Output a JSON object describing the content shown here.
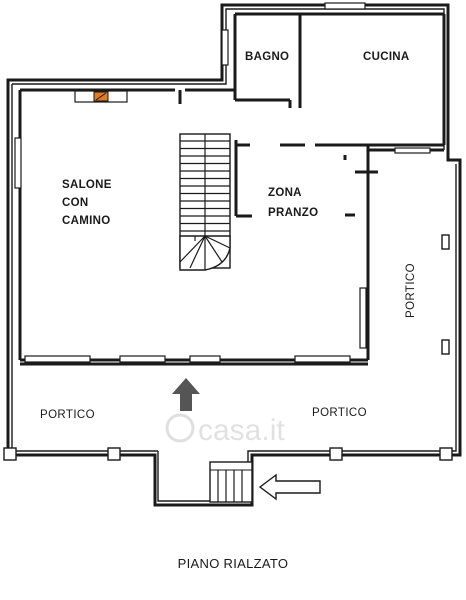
{
  "plan": {
    "rooms": {
      "bagno": "BAGNO",
      "cucina": "CUCINA",
      "salone": [
        "SALONE",
        "CON",
        "CAMINO"
      ],
      "zona_pranzo": [
        "ZONA",
        "PRANZO"
      ],
      "portico_right": "PORTICO",
      "portico_left": "PORTICO",
      "portico_center": "PORTICO"
    },
    "watermark": "casa.it",
    "fireplace_color": "#e07b22",
    "arrow_color": "#555555"
  },
  "floor_title": "PIANO RIALZATO"
}
